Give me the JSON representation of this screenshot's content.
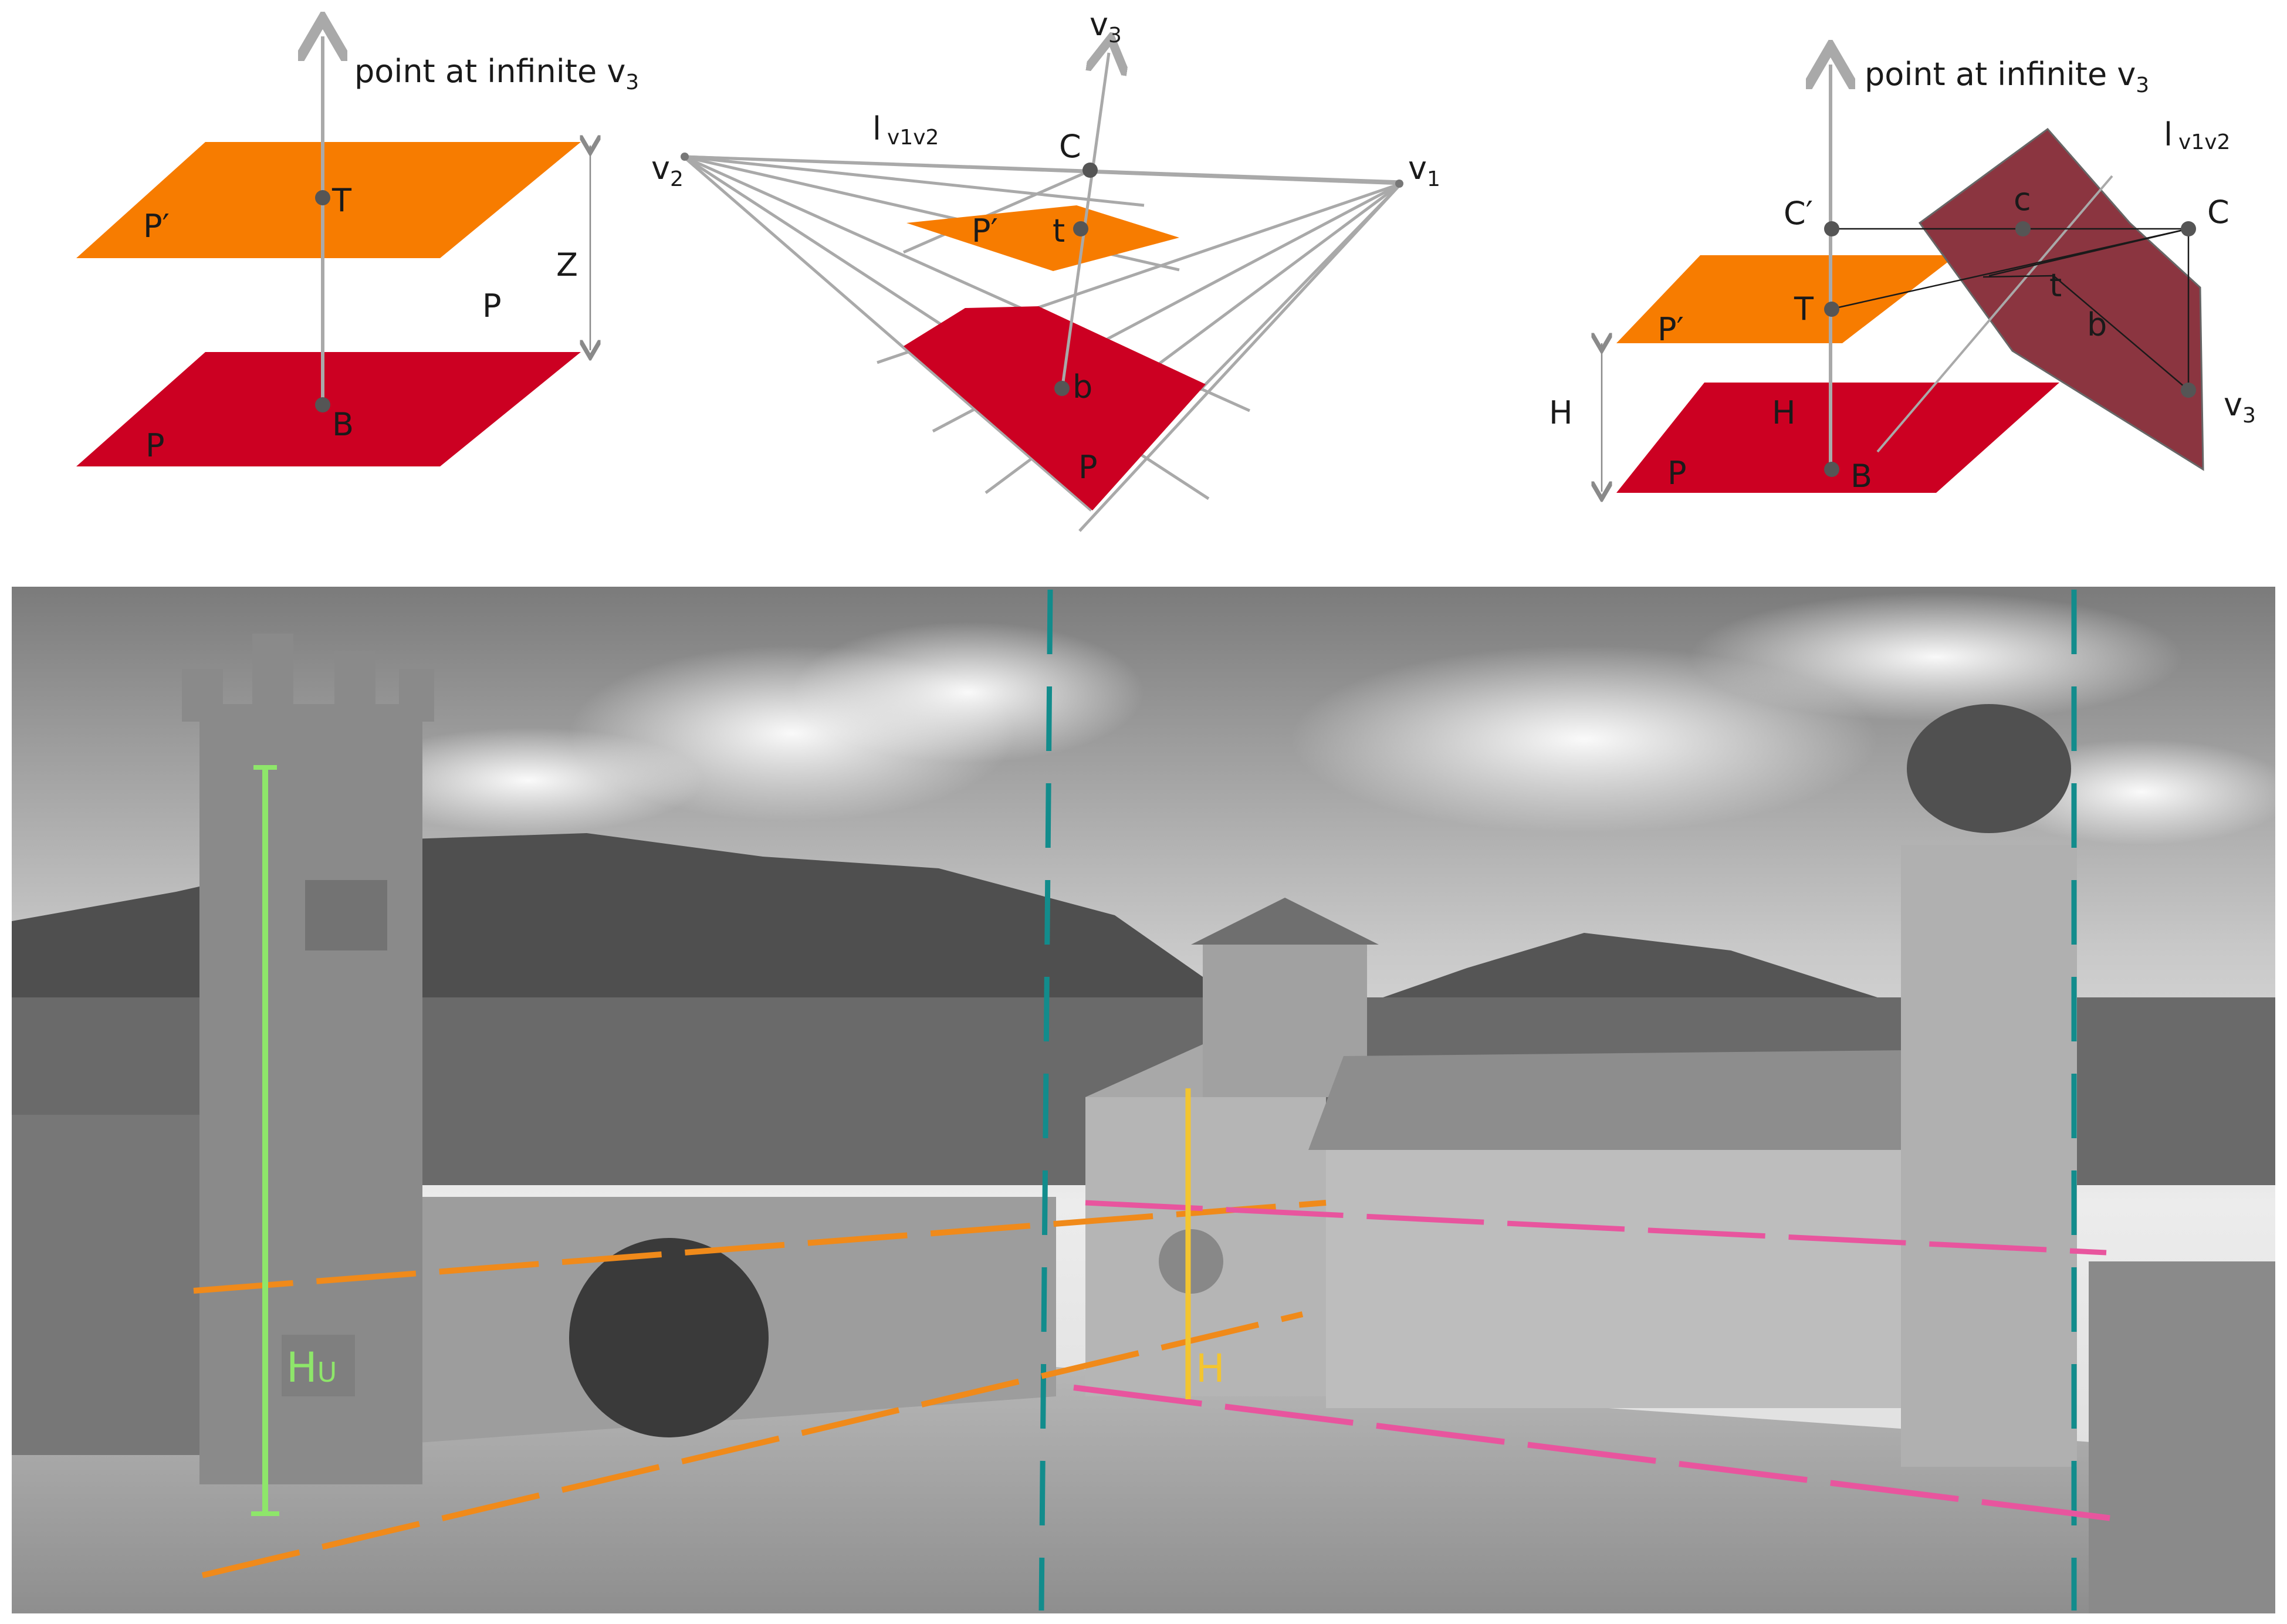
{
  "colors": {
    "plane_orange": "#F77C00",
    "plane_red": "#CC0022",
    "plane_maroon": "#8B3540",
    "axis_gray": "#A9A9A9",
    "point_gray": "#555555",
    "orange_dashed": "#F08A1A",
    "pink_dashed": "#E8559E",
    "green_height": "#8EE66A",
    "yellow_height": "#F3C530",
    "teal_dashed": "#128C8C"
  },
  "panel_a": {
    "title": "point at infinite v",
    "title_sub": "3",
    "labels": {
      "p_prime": "P′",
      "p_left": "P",
      "p_mid": "P",
      "t": "T",
      "b": "B",
      "z": "Z"
    }
  },
  "panel_b": {
    "v3": "v",
    "v3_sub": "3",
    "l_main": "l",
    "l_sub": "v1v2",
    "c": "C",
    "v2": "v",
    "v2_sub": "2",
    "v1": "v",
    "v1_sub": "1",
    "p_prime": "P′",
    "t": "t",
    "b": "b",
    "p": "P"
  },
  "panel_c": {
    "title": "point at infinite v",
    "title_sub": "3",
    "l_main": "l",
    "l_sub": "v1v2",
    "c_prime": "C′",
    "c_small": "c",
    "c_big": "C",
    "p_prime": "P′",
    "t_big": "T",
    "t_small": "t",
    "b_small": "b",
    "h_left": "H",
    "h_mid": "H",
    "p": "P",
    "b_big": "B",
    "v3": "v",
    "v3_sub": "3"
  },
  "photo": {
    "hu_label": "H",
    "hu_sub": "U",
    "h_label": "H"
  }
}
